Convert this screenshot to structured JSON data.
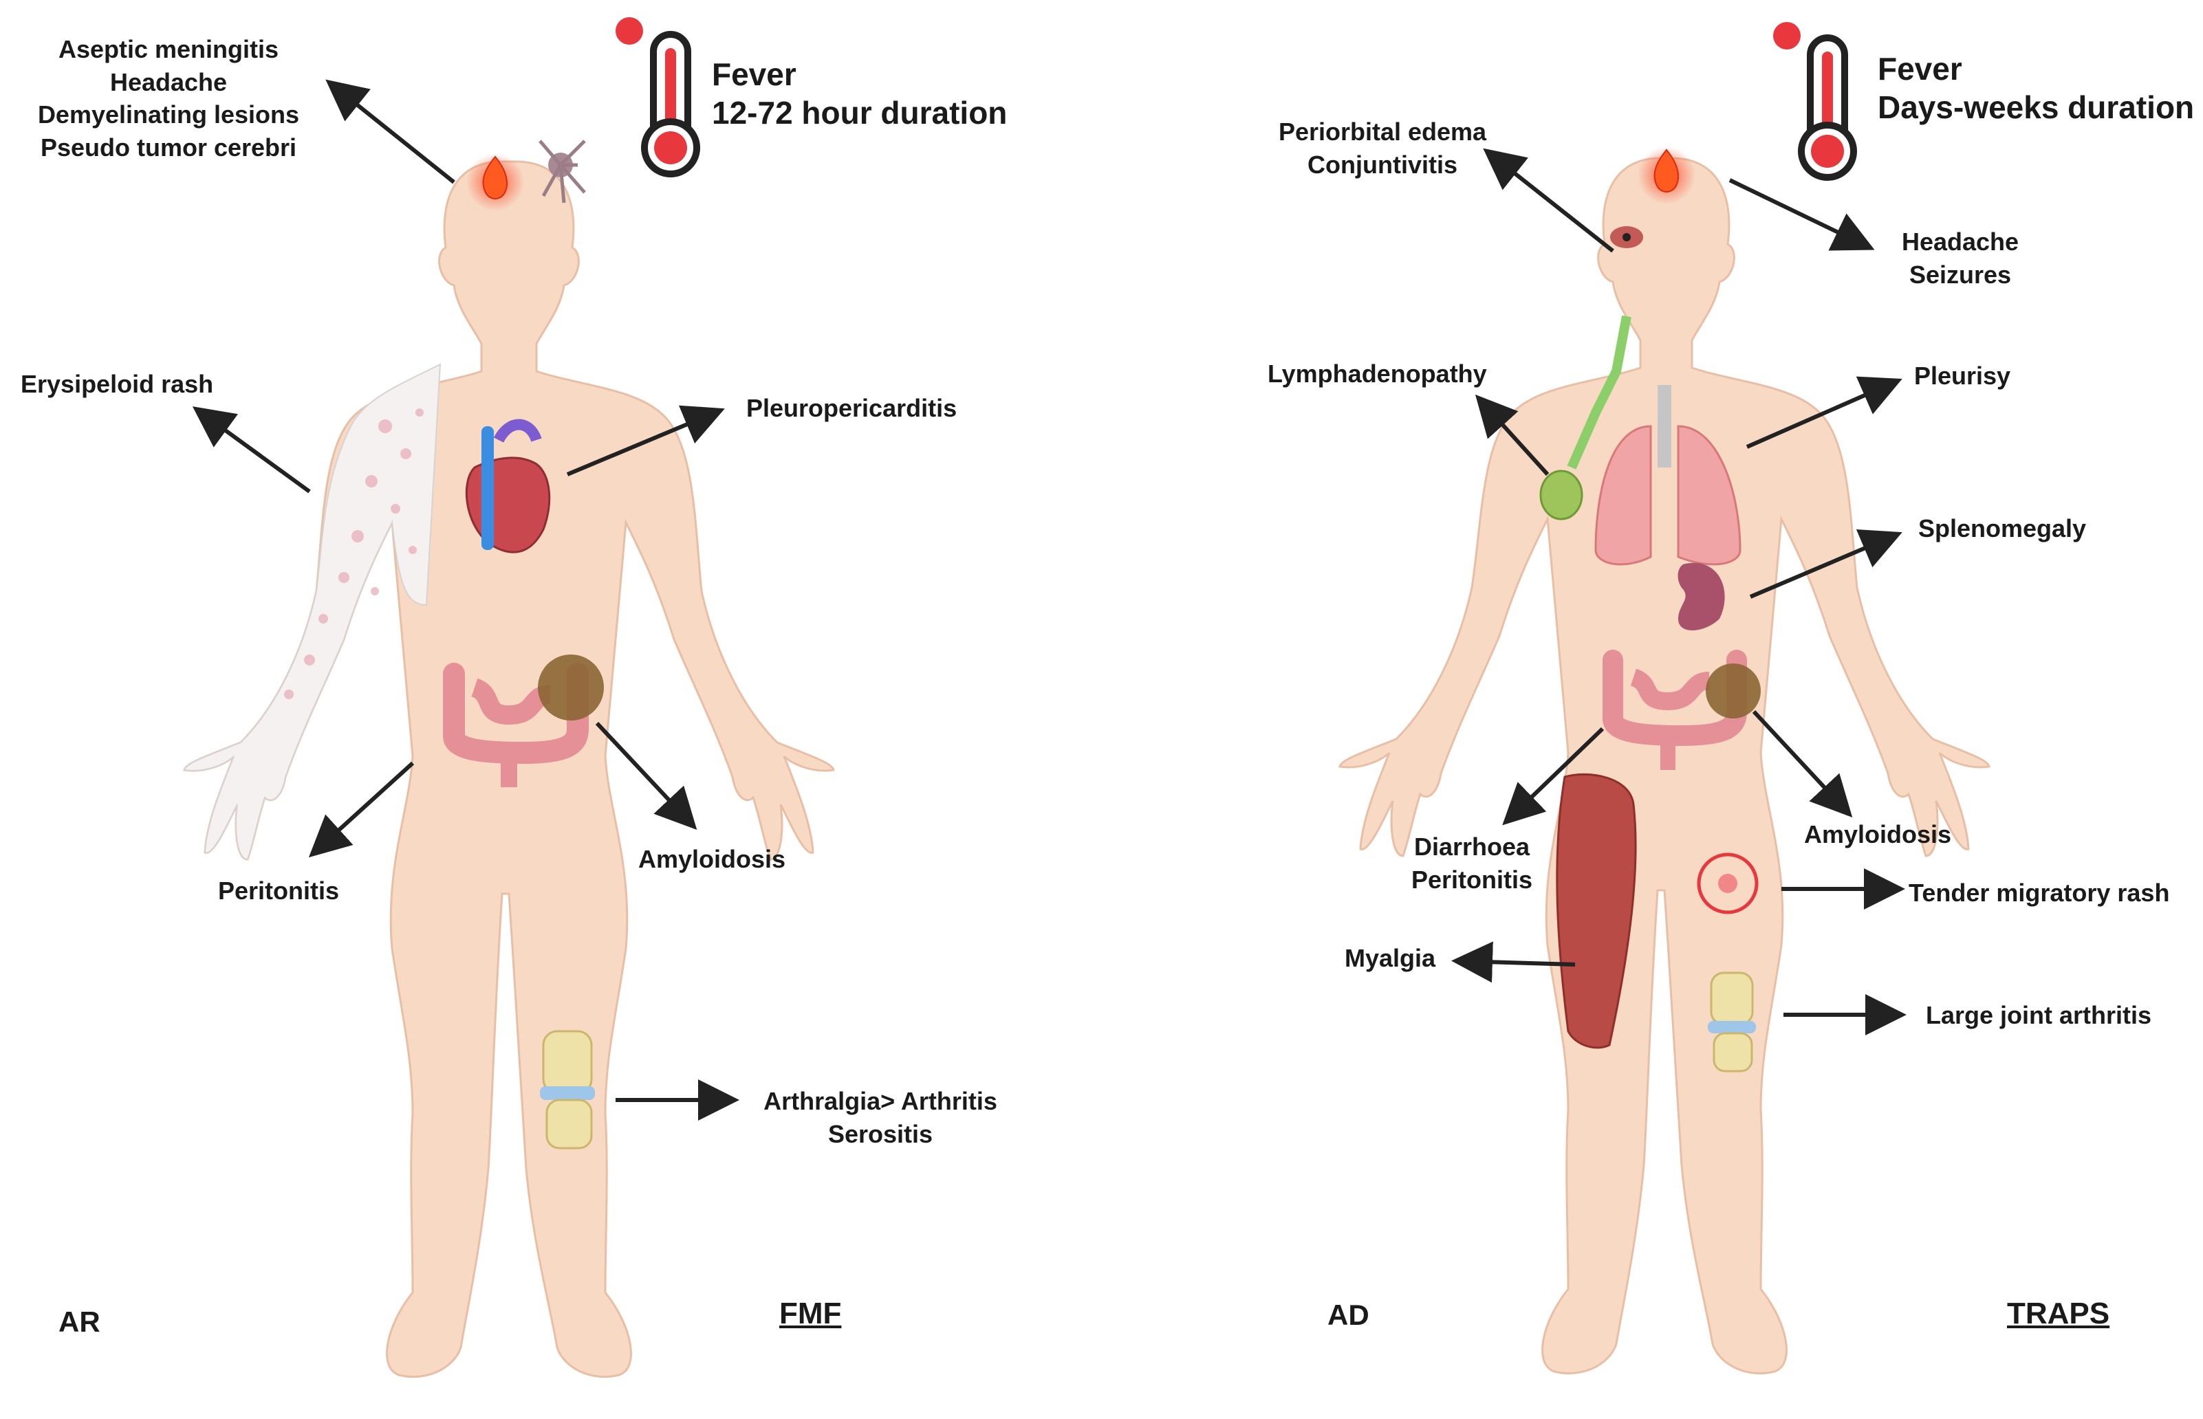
{
  "fmf": {
    "inheritance": "AR",
    "disease": "FMF",
    "fever": {
      "line1": "Fever",
      "line2": "12-72 hour duration"
    },
    "cns": [
      "Aseptic meningitis",
      "Headache",
      "Demyelinating lesions",
      "Pseudo tumor cerebri"
    ],
    "skin": "Erysipeloid rash",
    "chest": "Pleuropericarditis",
    "abdomen": "Peritonitis",
    "kidney": "Amyloidosis",
    "joints": [
      "Arthralgia> Arthritis",
      "Serositis"
    ]
  },
  "traps": {
    "inheritance": "AD",
    "disease": "TRAPS",
    "fever": {
      "line1": "Fever",
      "line2": "Days-weeks duration"
    },
    "eye": [
      "Periorbital edema",
      "Conjuntivitis"
    ],
    "cns": [
      "Headache",
      "Seizures"
    ],
    "lymph": "Lymphadenopathy",
    "lung": "Pleurisy",
    "spleen": "Splenomegaly",
    "gut": [
      "Diarrhoea",
      "Peritonitis"
    ],
    "kidney": "Amyloidosis",
    "muscle": "Myalgia",
    "skin": "Tender migratory rash",
    "joints": "Large joint arthritis"
  },
  "colors": {
    "skin": "#f7d9c4",
    "skin_outline": "#e8bfa6",
    "arrow": "#222222",
    "fever": "#e8383d",
    "organ_red": "#c9474f",
    "colon": "#e58f96",
    "spleen": "#a9506a",
    "lung": "#f0a4a6",
    "node": "#9dc55b",
    "amyloid": "#8b6534"
  }
}
